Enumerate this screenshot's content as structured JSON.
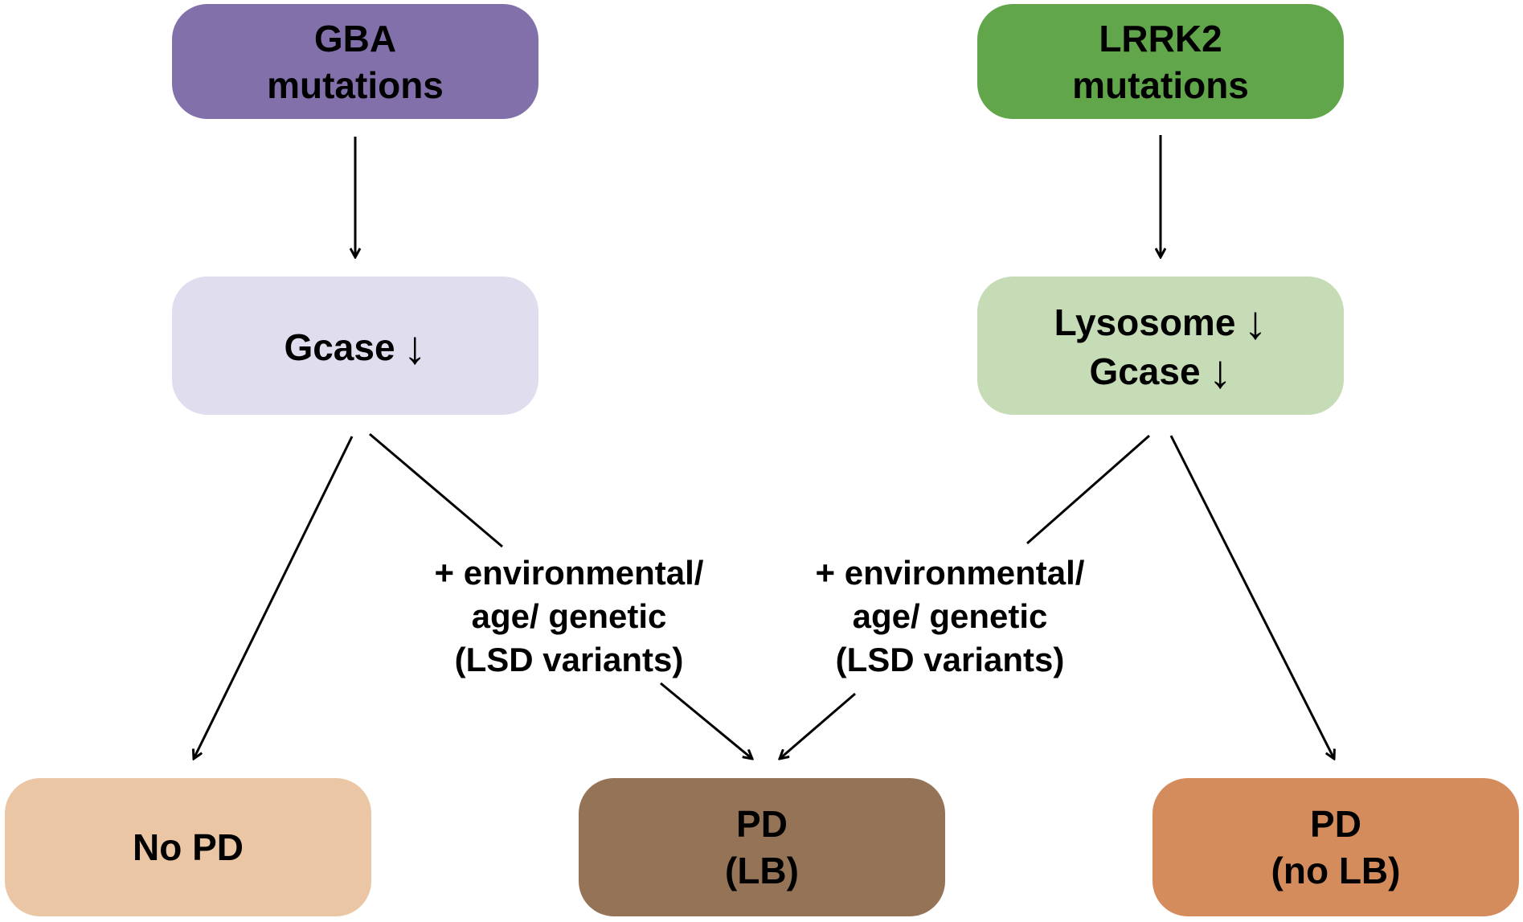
{
  "nodes": {
    "gba": {
      "lines": [
        "GBA",
        "mutations"
      ]
    },
    "lrrk2": {
      "lines": [
        "LRRK2",
        "mutations"
      ]
    },
    "gcase_left": {
      "text": "Gcase",
      "arrow": "↓"
    },
    "gcase_right": {
      "line1": "Lysosome",
      "line2": "Gcase",
      "arrow": "↓"
    },
    "no_pd": {
      "text": "No PD"
    },
    "pd_lb": {
      "lines": [
        "PD",
        "(LB)"
      ]
    },
    "pd_no_lb": {
      "lines": [
        "PD",
        "(no LB)"
      ]
    }
  },
  "modifiers": {
    "left": {
      "lines": [
        "+ environmental/",
        "age/ genetic",
        "(LSD variants)"
      ]
    },
    "right": {
      "lines": [
        "+ environmental/",
        "age/ genetic",
        "(LSD variants)"
      ]
    }
  },
  "colors": {
    "gba": "#8270ab",
    "lrrk2": "#62a64b",
    "gcase_left": "#e0ddee",
    "gcase_right": "#c5dcb6",
    "no_pd": "#eac6a5",
    "pd_lb": "#957357",
    "pd_no_lb": "#d48c5c"
  }
}
